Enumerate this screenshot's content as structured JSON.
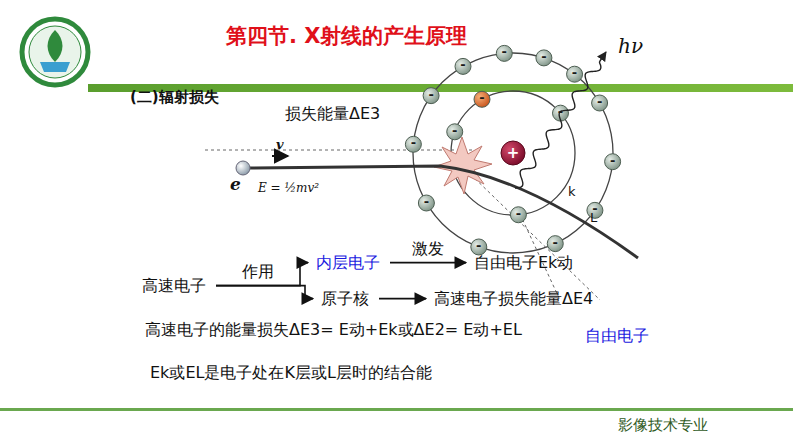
{
  "diagram": {
    "title": "第四节. X射线的产生原理",
    "nodes": [
      {
        "text": [
          "高速电子"
        ]
      },
      {
        "text": [
          "内层电子"
        ]
      },
      {
        "text": [
          "自由电子Ek动"
        ]
      },
      {
        "text": [
          "原子核"
        ]
      },
      {
        "text": [
          "高速电子损失能量ΔE4"
        ]
      }
    ],
    "edges": [
      {
        "from": 0,
        "to": 1,
        "arrow": "to",
        "label": "作用"
      },
      {
        "from": 0,
        "to": 3,
        "arrow": "to"
      },
      {
        "from": 1,
        "to": 2,
        "arrow": "to",
        "label": "激发"
      },
      {
        "from": 3,
        "to": 4,
        "arrow": "to"
      }
    ],
    "labels": [
      "(二)辐射损失",
      "损失能量ΔE3",
      "hν",
      "e",
      "v",
      "E = ½mv²",
      "+",
      "k",
      "L",
      "高速电子的能量损失ΔE3= E动+Ek或ΔE2= E动+EL",
      "自由电子",
      "Ek或EL是电子处在K层或L层时的结合能",
      "影像技术专业",
      "-",
      "-",
      "-",
      "-",
      "-",
      "-",
      "-",
      "-",
      "-",
      "-",
      "-",
      "-",
      "-",
      "-",
      "-",
      "-"
    ]
  }
}
